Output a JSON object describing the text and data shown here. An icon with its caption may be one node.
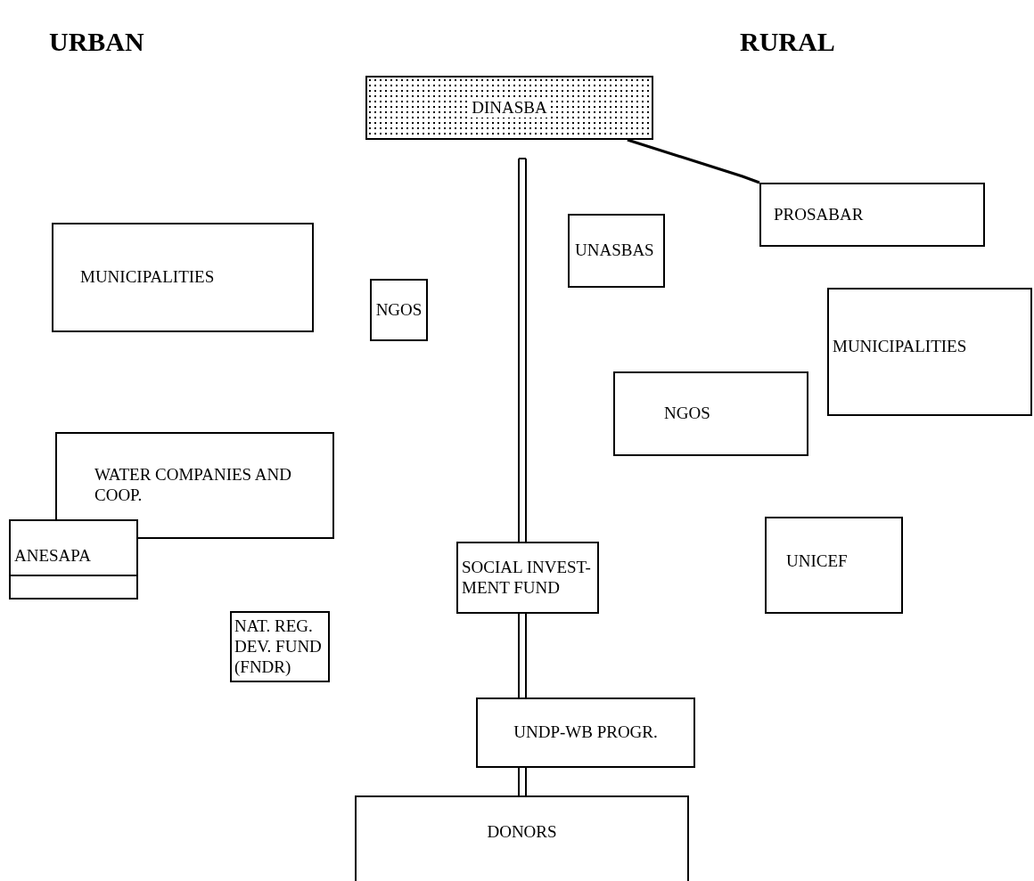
{
  "diagram": {
    "nodes": [
      {
        "text": [
          "DINASBA"
        ]
      },
      {
        "text": [
          "PROSABAR"
        ]
      },
      {
        "text": [
          "UNASBAS"
        ]
      },
      {
        "text": [
          "MUNICIPALITIES"
        ]
      },
      {
        "text": [
          "NGOS"
        ]
      },
      {
        "text": [
          "MUNICIPALITIES"
        ]
      },
      {
        "text": [
          "NGOS"
        ]
      },
      {
        "text": [
          "WATER COMPANIES AND COOP."
        ]
      },
      {
        "text": [
          "ANESAPA"
        ]
      },
      {
        "text": [
          "SOCIAL INVEST- MENT FUND"
        ]
      },
      {
        "text": [
          "UNICEF"
        ]
      },
      {
        "text": [
          "NAT. REG. DEV. FUND (FNDR)"
        ]
      },
      {
        "text": [
          "UNDP-WB PROGR."
        ]
      },
      {
        "text": [
          "DONORS"
        ]
      }
    ],
    "edges": [
      {
        "from": 0,
        "to": 1,
        "arrow": "none"
      },
      {
        "from": null,
        "to": 9,
        "arrow": "none"
      },
      {
        "from": 9,
        "to": 12,
        "arrow": "none"
      },
      {
        "from": 12,
        "to": 13,
        "arrow": "none"
      }
    ],
    "labels": [
      "URBAN",
      "RURAL"
    ]
  }
}
